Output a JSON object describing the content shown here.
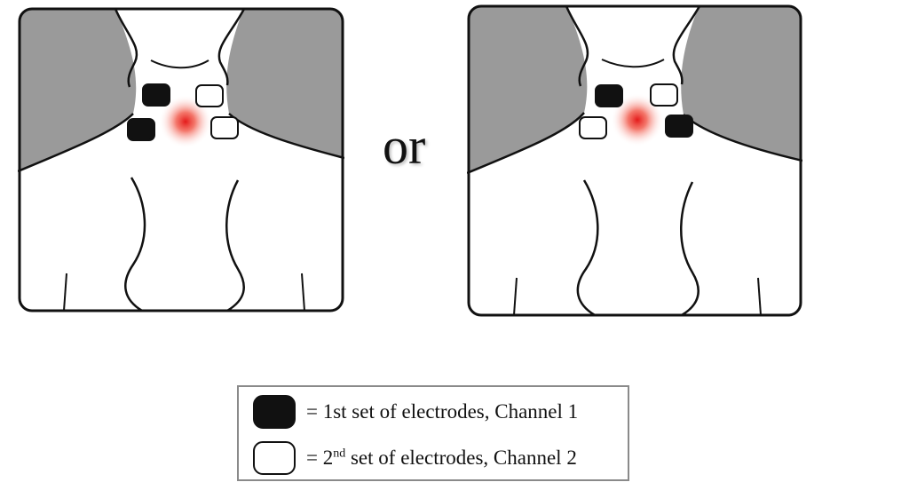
{
  "connector": {
    "text": "or"
  },
  "legend": {
    "item1": {
      "icon": "dark-electrode-icon",
      "text": "= 1st set of electrodes, Channel 1"
    },
    "item2": {
      "icon": "light-electrode-icon",
      "prefix": "= 2",
      "superscript": "nd",
      "suffix": " set of electrodes, Channel 2"
    }
  },
  "colors": {
    "shoulder": "#9a9a9a",
    "outline": "#111111",
    "pain": "#e82020"
  }
}
